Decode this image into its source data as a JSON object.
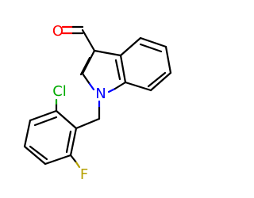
{
  "molecule": {
    "atoms": {
      "oxygen": "O",
      "nitrogen": "N",
      "chlorine": "Cl",
      "fluorine": "F"
    }
  },
  "colors": {
    "bond": "#000000",
    "oxygen": "#ff0000",
    "nitrogen": "#0000ff",
    "chlorine": "#00aa00",
    "fluorine": "#b5a000"
  }
}
